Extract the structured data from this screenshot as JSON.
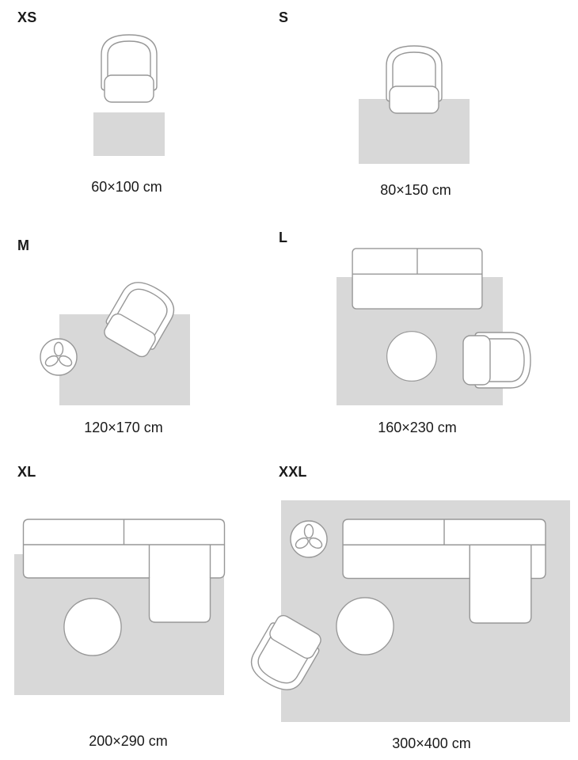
{
  "guide": {
    "sizes": [
      {
        "id": "xs",
        "label": "XS",
        "caption": "60×100 cm",
        "furniture": [
          "armchair"
        ]
      },
      {
        "id": "s",
        "label": "S",
        "caption": "80×150 cm",
        "furniture": [
          "armchair"
        ]
      },
      {
        "id": "m",
        "label": "M",
        "caption": "120×170 cm",
        "furniture": [
          "armchair",
          "potted-plant"
        ]
      },
      {
        "id": "l",
        "label": "L",
        "caption": "160×230 cm",
        "furniture": [
          "sofa",
          "coffee-table",
          "armchair"
        ]
      },
      {
        "id": "xl",
        "label": "XL",
        "caption": "200×290 cm",
        "furniture": [
          "sectional-sofa",
          "coffee-table"
        ]
      },
      {
        "id": "xxl",
        "label": "XXL",
        "caption": "300×400 cm",
        "furniture": [
          "potted-plant",
          "sectional-sofa",
          "coffee-table",
          "armchair"
        ]
      }
    ]
  },
  "icons": {
    "armchair": "armchair-icon",
    "sofa": "sofa-icon",
    "sectional": "sectional-sofa-icon",
    "coffee_table": "coffee-table-icon",
    "plant": "potted-plant-icon"
  },
  "colors": {
    "background": "#ffffff",
    "rug": "#d8d8d8",
    "outline": "#979797",
    "text": "#1a1a1a"
  }
}
